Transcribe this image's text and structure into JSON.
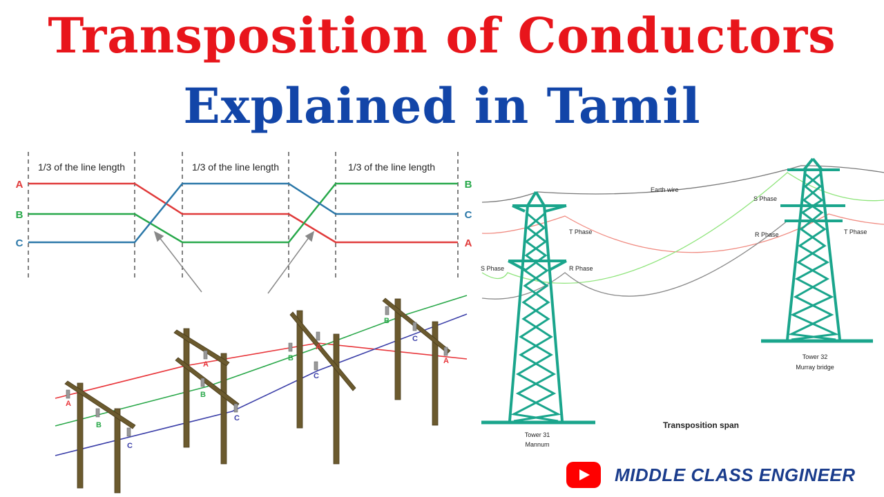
{
  "title": {
    "line1": "Transposition of Conductors",
    "line2": "Explained in Tamil"
  },
  "schematic": {
    "segment_label": "1/3 of the line length",
    "left_phases": [
      "A",
      "B",
      "C"
    ],
    "right_phases": [
      "B",
      "C",
      "A"
    ],
    "colors": {
      "A": "#e03a3a",
      "B": "#27a84a",
      "C": "#2a77a8"
    }
  },
  "poles": {
    "phase_labels": [
      "A",
      "B",
      "C"
    ],
    "colors": {
      "A": "#e8353a",
      "B": "#2aa84a",
      "C": "#3b3fa8",
      "wood": "#6b5a2e"
    }
  },
  "tower_diagram": {
    "earth_wire": "Earth wire",
    "s_phase_left": "S Phase",
    "t_phase_left": "T Phase",
    "r_phase_left": "R Phase",
    "s_phase_right": "S Phase",
    "r_phase_right": "R Phase",
    "t_phase_right": "T Phase",
    "tower31_name": "Tower 31",
    "tower31_place": "Mannum",
    "tower32_name": "Tower 32",
    "tower32_place": "Murray bridge",
    "span_label": "Transposition span",
    "tower_color": "#1aa58c"
  },
  "brand": {
    "name": "MIDDLE CLASS ENGINEER",
    "icon": "youtube-play-icon"
  }
}
